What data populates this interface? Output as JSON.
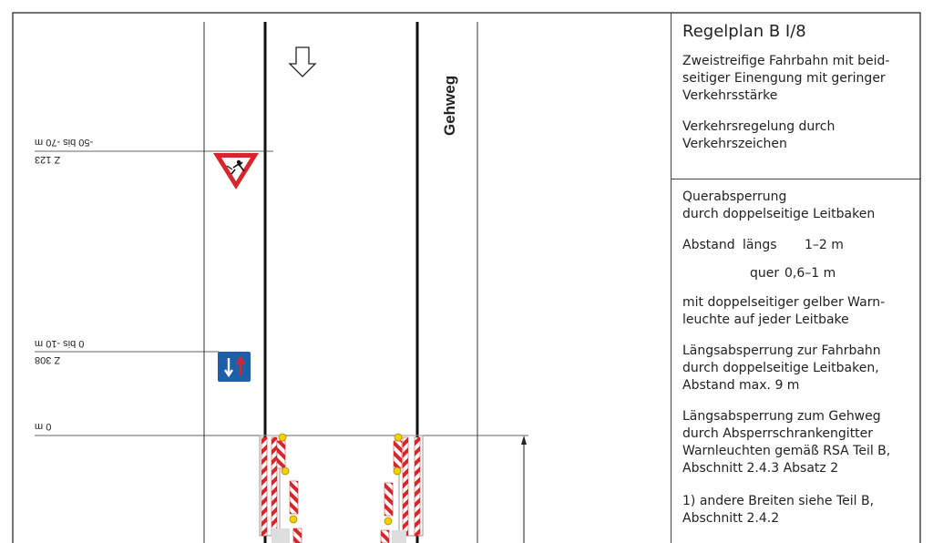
{
  "drawing": {
    "gehweg_label": "Gehweg",
    "markers": [
      {
        "distance": "-50 bis -70 m",
        "sign": "Z 123"
      },
      {
        "distance": "0 bis -10 m",
        "sign": "Z 308"
      },
      {
        "distance": "0 m"
      }
    ],
    "colors": {
      "line": "#1a1a1a",
      "sign_red": "#d7262b",
      "sign_blue": "#1d5fa8",
      "lamp_yellow": "#f4d000"
    }
  },
  "panel": {
    "title": "Regelplan B I/8",
    "subtitle": "Zweistreifige Fahrbahn mit beid-seitiger Einengung mit geringer Verkehrsstärke",
    "regulation": "Verkehrsregelung durch Verkehrszeichen",
    "q_title": "Querabsperrung",
    "q_line2": "durch doppelseitige Leitbaken",
    "abstand_label": "Abstand",
    "laengs_label": "längs",
    "laengs_value": "1–2 m",
    "quer_label": "quer",
    "quer_value": "0,6–1 m",
    "lamp_note": "mit doppelseitiger gelber Warn-leuchte auf jeder Leitbake",
    "laengs_fahrbahn": "Längsabsperrung zur Fahrbahn durch doppelseitige Leitbaken, Abstand max. 9 m",
    "laengs_gehweg": "Längsabsperrung zum Gehweg durch Absperrschrankengitter Warnleuchten gemäß RSA Teil B, Abschnitt 2.4.3 Absatz 2",
    "footnote": "1)  andere Breiten siehe Teil B, Abschnitt 2.4.2"
  }
}
